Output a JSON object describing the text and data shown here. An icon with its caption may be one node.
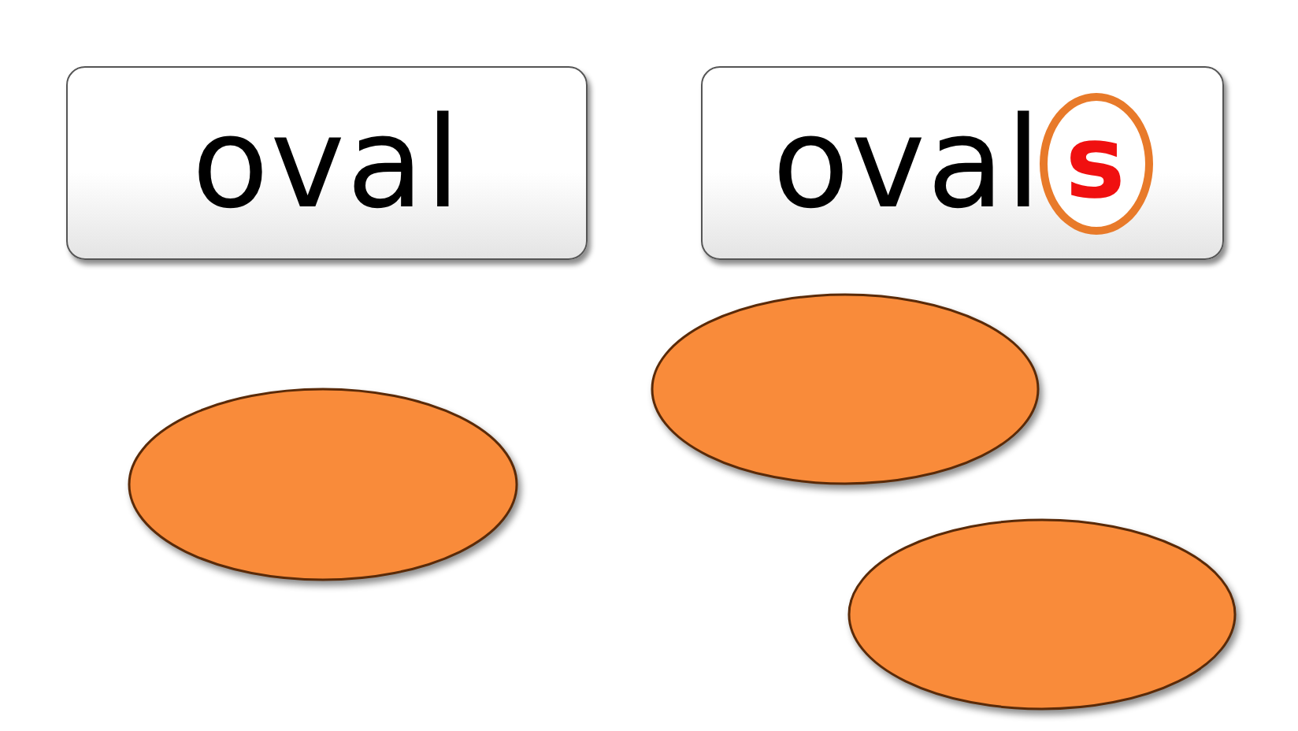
{
  "diagram": {
    "nodes": [
      {
        "text": [
          "oval"
        ]
      },
      {
        "text": [
          "oval"
        ]
      },
      {
        "text": [
          "s"
        ],
        "in": 1
      },
      {
        "text": [],
        "shape": "ellipse"
      },
      {
        "text": [],
        "shape": "ellipse"
      },
      {
        "text": [],
        "shape": "ellipse"
      }
    ]
  }
}
